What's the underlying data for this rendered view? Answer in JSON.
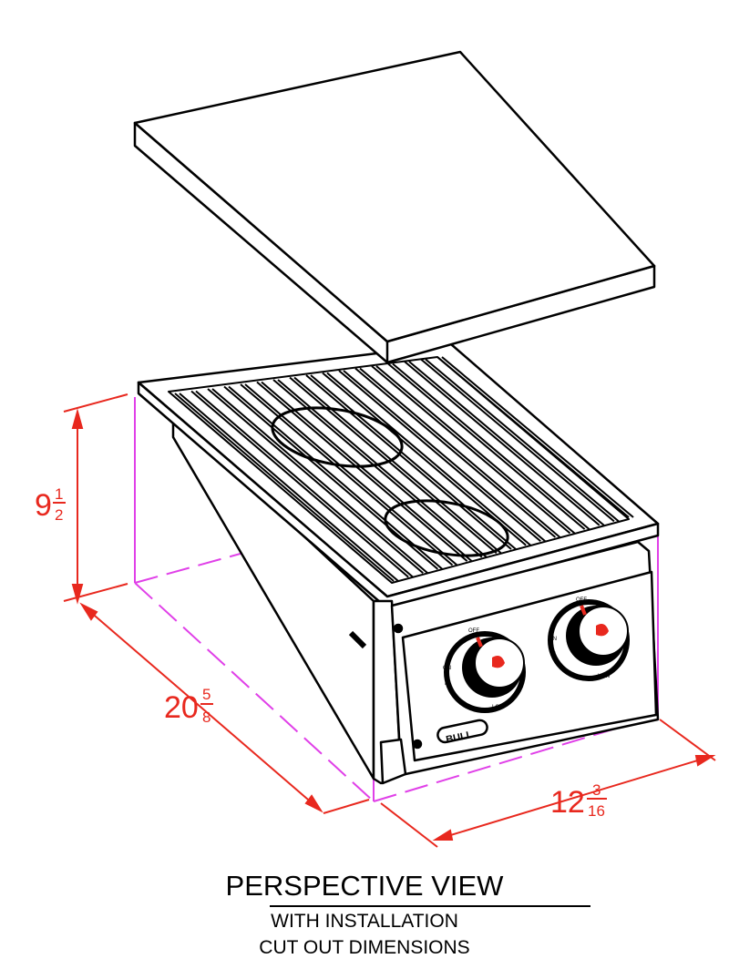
{
  "drawing": {
    "colors": {
      "line": "#000000",
      "dimension": "#e8281e",
      "cutout": "#e040e8",
      "knob_accent": "#e8281e"
    },
    "dimensions": {
      "height": {
        "whole": "9",
        "num": "1",
        "den": "2"
      },
      "depth": {
        "whole": "20",
        "num": "5",
        "den": "8"
      },
      "width": {
        "whole": "12",
        "num": "3",
        "den": "16"
      }
    },
    "knob_labels": {
      "off": "OFF",
      "on": "ON",
      "hi": "HI",
      "low": "LOW"
    },
    "logo": "BULL"
  },
  "caption": {
    "title": "PERSPECTIVE VIEW",
    "line1": "WITH INSTALLATION",
    "line2": "CUT OUT DIMENSIONS"
  }
}
